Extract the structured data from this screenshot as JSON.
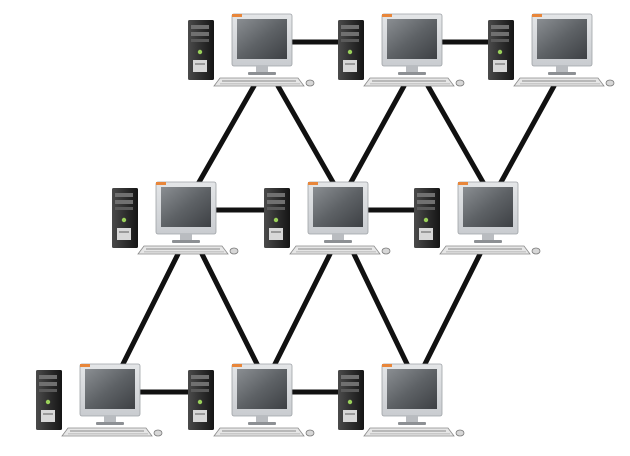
{
  "diagram": {
    "type": "network-topology",
    "node_kind": "desktop-computer",
    "rows": [
      {
        "row": 1,
        "nodes": [
          "pc-1",
          "pc-2",
          "pc-3"
        ]
      },
      {
        "row": 2,
        "nodes": [
          "pc-4",
          "pc-5",
          "pc-6"
        ]
      },
      {
        "row": 3,
        "nodes": [
          "pc-7",
          "pc-8",
          "pc-9"
        ]
      }
    ],
    "connections": [
      [
        "pc-1",
        "pc-2"
      ],
      [
        "pc-2",
        "pc-3"
      ],
      [
        "pc-4",
        "pc-5"
      ],
      [
        "pc-5",
        "pc-6"
      ],
      [
        "pc-7",
        "pc-8"
      ],
      [
        "pc-8",
        "pc-9"
      ],
      [
        "pc-1",
        "pc-4"
      ],
      [
        "pc-1",
        "pc-5"
      ],
      [
        "pc-2",
        "pc-5"
      ],
      [
        "pc-2",
        "pc-6"
      ],
      [
        "pc-3",
        "pc-6"
      ],
      [
        "pc-4",
        "pc-7"
      ],
      [
        "pc-4",
        "pc-8"
      ],
      [
        "pc-5",
        "pc-8"
      ],
      [
        "pc-5",
        "pc-9"
      ],
      [
        "pc-6",
        "pc-9"
      ]
    ]
  },
  "colors": {
    "background": "#ffffff",
    "link": "#111111",
    "case": "#2a2a2a",
    "monitor_bezel": "#c9ccd0",
    "screen": "#5e6266",
    "accent": "#e8863a"
  }
}
